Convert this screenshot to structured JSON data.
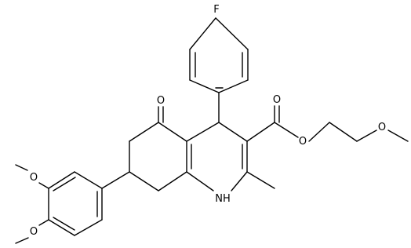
{
  "molecule": {
    "atoms": {
      "fluorine": "F",
      "ketone_oxygen": "O",
      "carbonyl_oxygen": "O",
      "ester_oxygen": "O",
      "ether_oxygen": "O",
      "amine": "NH",
      "methoxy_oxygen_1": "O",
      "methoxy_oxygen_2": "O"
    },
    "colors": {
      "bond": "#000000",
      "label": "#000000",
      "background": "#ffffff"
    }
  }
}
